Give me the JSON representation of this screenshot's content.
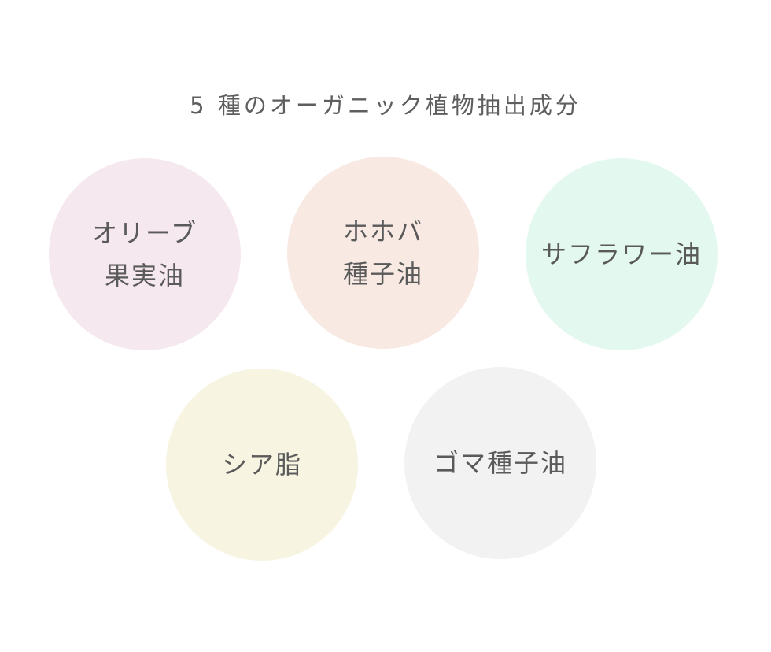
{
  "title": "5 種のオーガニック植物抽出成分",
  "ingredients": [
    {
      "lines": [
        "オリーブ",
        "果実油"
      ],
      "color": "#f5e8ef"
    },
    {
      "lines": [
        "ホホバ",
        "種子油"
      ],
      "color": "#f8e9e3"
    },
    {
      "lines": [
        "サフラワー油"
      ],
      "color": "#e3f8ef"
    },
    {
      "lines": [
        "シア脂"
      ],
      "color": "#f7f5e1"
    },
    {
      "lines": [
        "ゴマ種子油"
      ],
      "color": "#f2f2f2"
    }
  ]
}
